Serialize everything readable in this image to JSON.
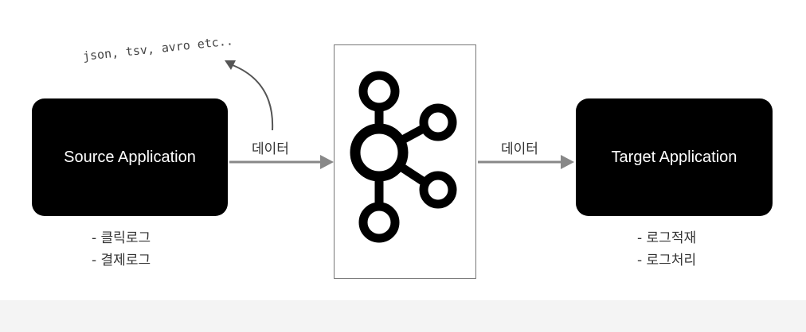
{
  "source": {
    "title": "Source Application",
    "notes": [
      "- 클릭로그",
      "- 결제로그"
    ]
  },
  "target": {
    "title": "Target Application",
    "notes": [
      "- 로그적재",
      "- 로그처리"
    ]
  },
  "flow": {
    "left_label": "데이터",
    "right_label": "데이터",
    "format_note": "json, tsv, avro etc.."
  },
  "kafka": {
    "icon": "kafka-logo-icon"
  }
}
